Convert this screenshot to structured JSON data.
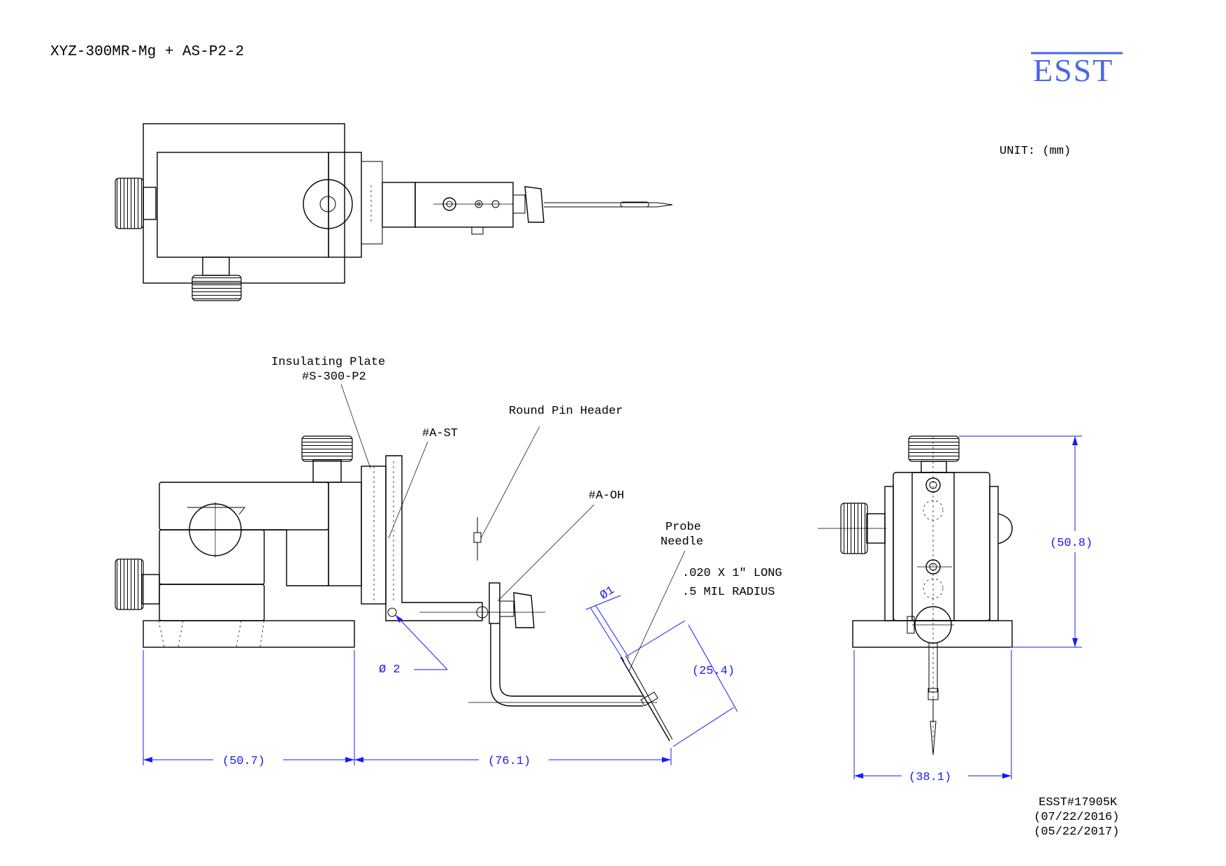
{
  "title": "XYZ-300MR-Mg + AS-P2-2",
  "logo": "ESST",
  "unit": "UNIT: (mm)",
  "callouts": {
    "insulating_plate_line1": "Insulating Plate",
    "insulating_plate_line2": "#S-300-P2",
    "round_pin_header": "Round Pin Header",
    "a_st": "#A-ST",
    "a_oh": "#A-OH",
    "probe_line1": "Probe",
    "probe_line2": "Needle",
    "spec_line1": ".020 X 1\" LONG",
    "spec_line2": ".5 MIL RADIUS"
  },
  "dimensions": {
    "phi1": "Ø1",
    "phi2": "Ø 2",
    "d25_4": "(25.4)",
    "d50_7": "(50.7)",
    "d76_1": "(76.1)",
    "d50_8": "(50.8)",
    "d38_1": "(38.1)"
  },
  "footer": {
    "part_no": "ESST#17905K",
    "date1": "(07/22/2016)",
    "date2": "(05/22/2017)"
  },
  "colors": {
    "dimension": "#1a1aff",
    "logo": "#4a66e8",
    "line": "#000000"
  }
}
